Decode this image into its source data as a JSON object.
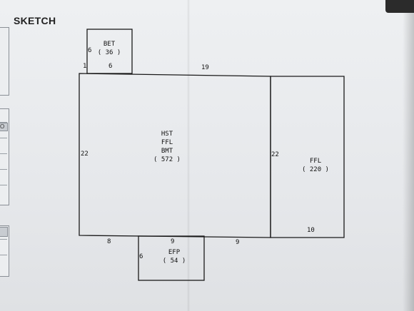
{
  "sketch": {
    "title": "SKETCH",
    "left_panel": {
      "tab_glyph": "O"
    },
    "areas": {
      "bet": {
        "lines": [
          "BET",
          "( 36 )"
        ]
      },
      "main": {
        "lines": [
          "HST",
          "FFL",
          "BMT",
          "( 572 )"
        ]
      },
      "ffl": {
        "lines": [
          "FFL",
          "( 220 )"
        ]
      },
      "efp": {
        "lines": [
          "EFP",
          "( 54 )"
        ]
      }
    },
    "dimensions": {
      "bet_left": "6",
      "bet_bottom": "6",
      "bet_offset": "1",
      "top": "19",
      "main_left": "22",
      "ffl_left": "22",
      "ffl_bottom": "10",
      "bottom_left": "8",
      "efp_top": "9",
      "efp_left": "6",
      "bottom_right": "9"
    }
  }
}
